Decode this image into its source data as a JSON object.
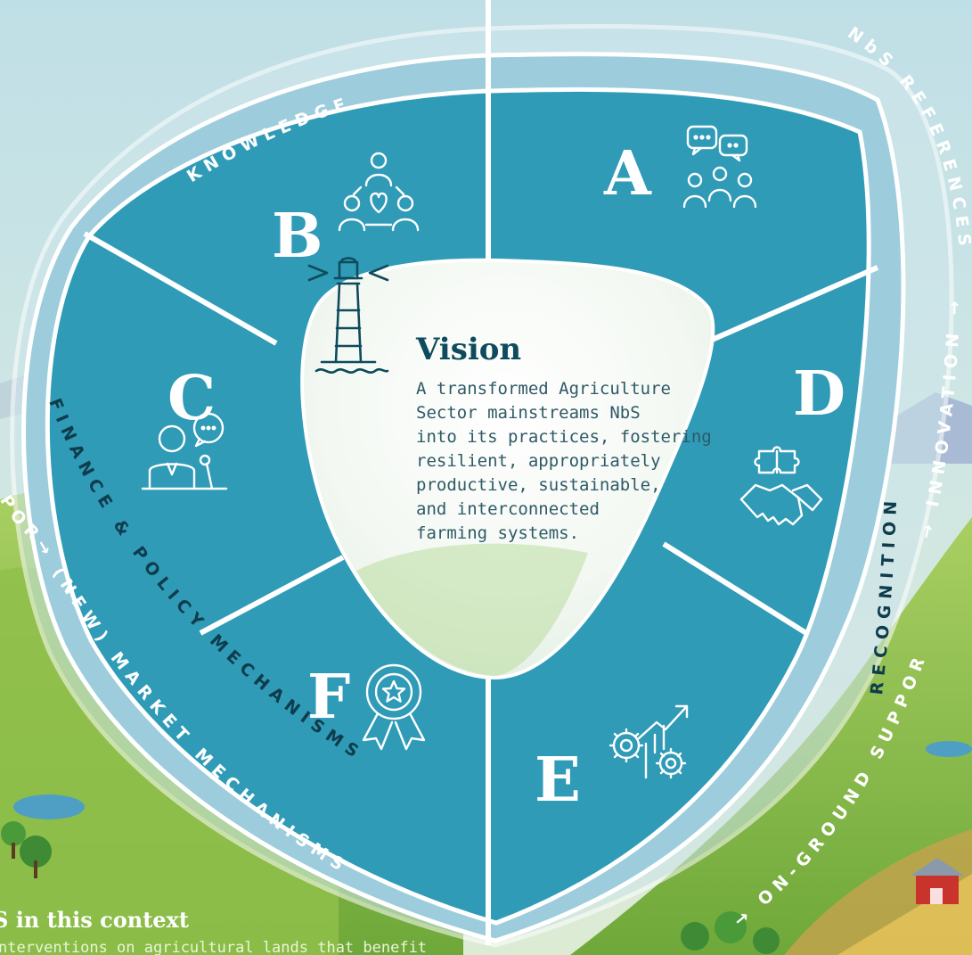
{
  "segments": [
    {
      "letter": "A",
      "icon": "discussion-group-icon"
    },
    {
      "letter": "B",
      "icon": "community-heart-icon"
    },
    {
      "letter": "C",
      "icon": "speaker-presentation-icon"
    },
    {
      "letter": "D",
      "icon": "handshake-puzzle-icon"
    },
    {
      "letter": "E",
      "icon": "gears-growth-icon"
    },
    {
      "letter": "F",
      "icon": "award-rosette-icon"
    }
  ],
  "ring_labels": {
    "knowledge": "KNOWLEDGE",
    "recognition": "RECOGNITION",
    "finance_policy": "FINANCE & POLICY MECHANISMS"
  },
  "outer_labels": {
    "nbs_references": "NbS REFERENCES",
    "innovation": "→ INNOVATION →",
    "market": "→ (NEW) MARKET MECHANISMS",
    "on_ground": "→ ON-GROUND SUPPORT →",
    "support_left": "PORT →"
  },
  "vision": {
    "title": "Vision",
    "lines": [
      "A transformed Agriculture",
      "Sector mainstreams NbS",
      "into its practices, fostering",
      "resilient, appropriately",
      "productive, sustainable,",
      "and interconnected",
      "farming systems."
    ],
    "icon": "lighthouse-icon"
  },
  "context": {
    "title": "S in this context",
    "text": "nterventions on agricultural lands that benefit"
  },
  "colors": {
    "segment": "#2f9bb7",
    "ring": "#9cccdc",
    "ring_outline": "#ffffff",
    "center": "#f4faf7",
    "vision_title": "#0e4b5c"
  }
}
